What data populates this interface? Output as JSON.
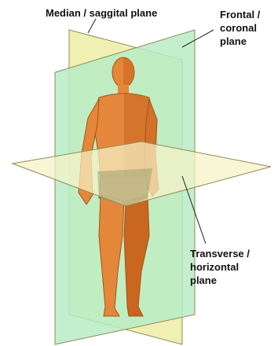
{
  "labels": {
    "median_sagittal": "Median / saggital plane",
    "frontal_coronal": [
      "Frontal /",
      "coronal",
      "plane"
    ],
    "transverse_horizontal": [
      "Transverse /",
      "horizontal",
      "plane"
    ]
  },
  "colors": {
    "sagittal_plane_fill": "#f1f0b4",
    "frontal_plane_fill": "#b9ecc6",
    "transverse_plane_fill": "#f6f3c6",
    "plane_stroke": "#8f8b55",
    "body_skin": "#e5873a",
    "body_shadow": "#c9661f",
    "body_outline": "#a8521b",
    "overlap_tint": "#8b9a6a",
    "leader_line": "#222222",
    "label_text": "#111111"
  }
}
